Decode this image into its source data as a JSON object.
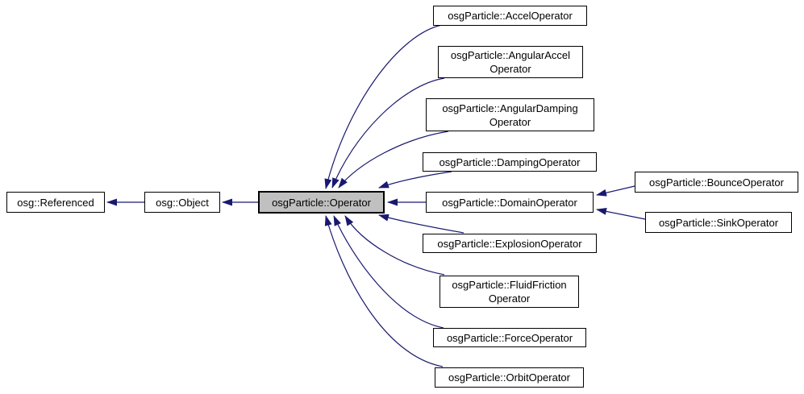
{
  "diagram": {
    "kind": "class-inheritance-graph",
    "colors": {
      "background": "#ffffff",
      "arrow": "#191970",
      "node_border": "#000000",
      "node_fill": "#ffffff",
      "highlight_fill": "#c0c0c0",
      "text": "#000000"
    },
    "nodes": {
      "referenced": {
        "lines": [
          "osg::Referenced"
        ]
      },
      "object": {
        "lines": [
          "osg::Object"
        ]
      },
      "operator": {
        "lines": [
          "osgParticle::Operator"
        ],
        "highlighted": true
      },
      "accel": {
        "lines": [
          "osgParticle::AccelOperator"
        ]
      },
      "angular_accel": {
        "lines": [
          "osgParticle::AngularAccel",
          "Operator"
        ]
      },
      "angular_damping": {
        "lines": [
          "osgParticle::AngularDamping",
          "Operator"
        ]
      },
      "damping": {
        "lines": [
          "osgParticle::DampingOperator"
        ]
      },
      "domain": {
        "lines": [
          "osgParticle::DomainOperator"
        ]
      },
      "explosion": {
        "lines": [
          "osgParticle::ExplosionOperator"
        ]
      },
      "fluid_friction": {
        "lines": [
          "osgParticle::FluidFriction",
          "Operator"
        ]
      },
      "force": {
        "lines": [
          "osgParticle::ForceOperator"
        ]
      },
      "orbit": {
        "lines": [
          "osgParticle::OrbitOperator"
        ]
      },
      "bounce": {
        "lines": [
          "osgParticle::BounceOperator"
        ]
      },
      "sink": {
        "lines": [
          "osgParticle::SinkOperator"
        ]
      }
    },
    "edges": [
      {
        "from": "osg::Object",
        "to": "osg::Referenced"
      },
      {
        "from": "osgParticle::Operator",
        "to": "osg::Object"
      },
      {
        "from": "osgParticle::AccelOperator",
        "to": "osgParticle::Operator"
      },
      {
        "from": "osgParticle::AngularAccelOperator",
        "to": "osgParticle::Operator"
      },
      {
        "from": "osgParticle::AngularDampingOperator",
        "to": "osgParticle::Operator"
      },
      {
        "from": "osgParticle::DampingOperator",
        "to": "osgParticle::Operator"
      },
      {
        "from": "osgParticle::DomainOperator",
        "to": "osgParticle::Operator"
      },
      {
        "from": "osgParticle::ExplosionOperator",
        "to": "osgParticle::Operator"
      },
      {
        "from": "osgParticle::FluidFrictionOperator",
        "to": "osgParticle::Operator"
      },
      {
        "from": "osgParticle::ForceOperator",
        "to": "osgParticle::Operator"
      },
      {
        "from": "osgParticle::OrbitOperator",
        "to": "osgParticle::Operator"
      },
      {
        "from": "osgParticle::BounceOperator",
        "to": "osgParticle::DomainOperator"
      },
      {
        "from": "osgParticle::SinkOperator",
        "to": "osgParticle::DomainOperator"
      }
    ]
  }
}
